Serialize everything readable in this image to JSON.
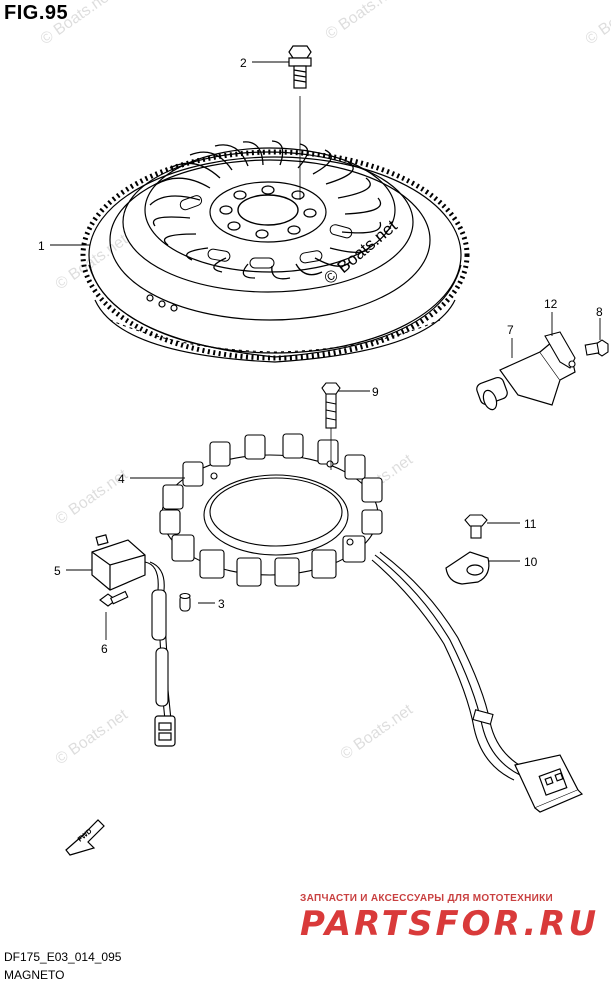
{
  "figure": {
    "title": "FIG.95",
    "code": "DF175_E03_014_095",
    "name": "MAGNETO"
  },
  "callouts": [
    "1",
    "2",
    "3",
    "4",
    "5",
    "6",
    "7",
    "8",
    "9",
    "10",
    "11",
    "12"
  ],
  "watermark": "© Boats.net",
  "brand": {
    "tagline": "ЗАПЧАСТИ И АКСЕССУАРЫ ДЛЯ МОТОТЕХНИКИ",
    "name": "PARTSFOR.RU",
    "color": "#d93a3a"
  },
  "direction_arrow": {
    "label": "FWD"
  },
  "colors": {
    "line": "#000000",
    "background": "#ffffff"
  }
}
